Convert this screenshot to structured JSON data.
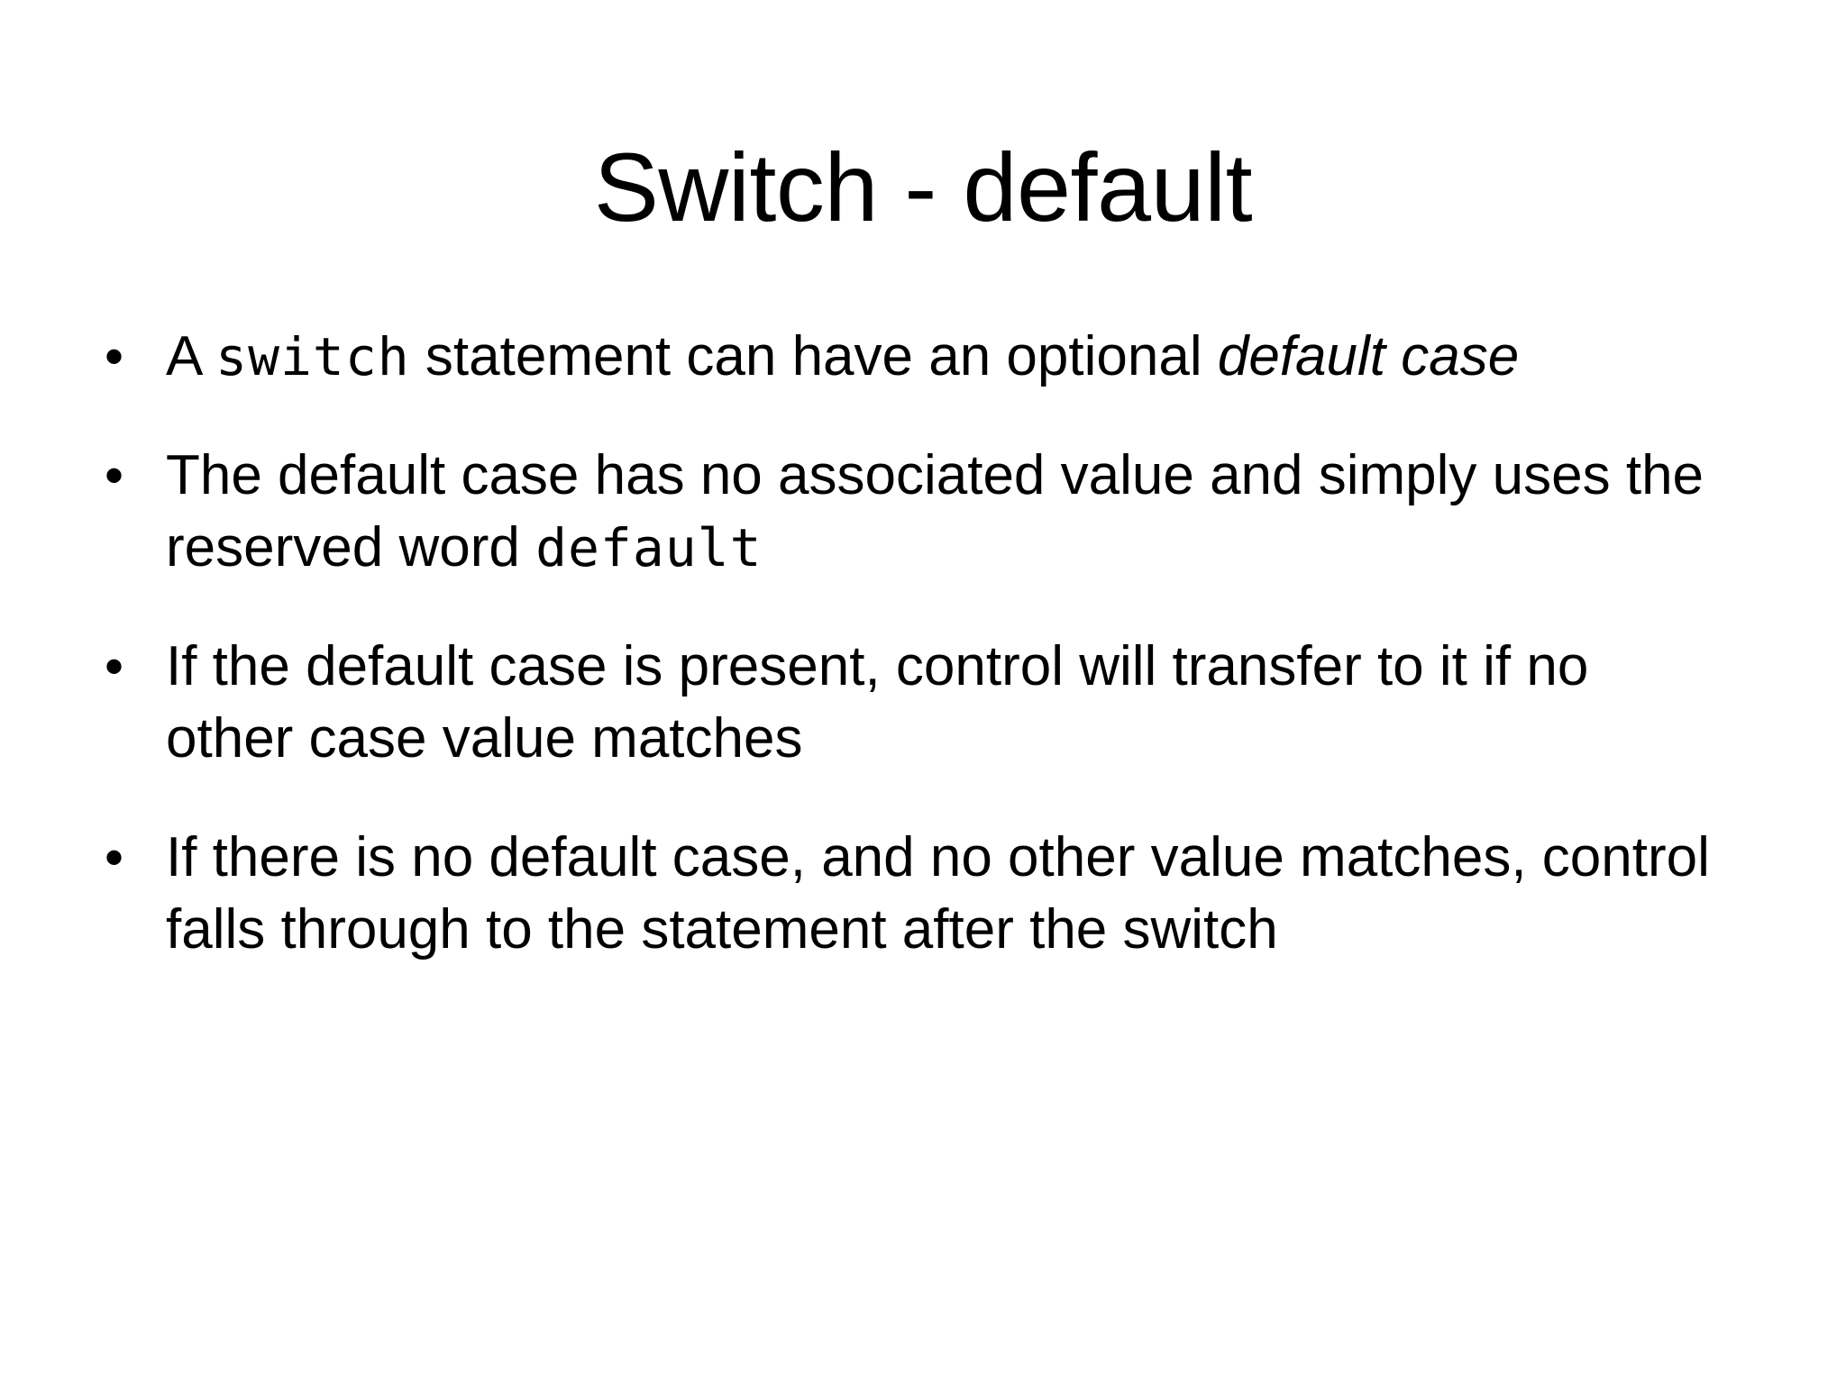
{
  "slide": {
    "background_color": "#ffffff",
    "text_color": "#000000",
    "title": "Switch - default",
    "bullet_marker": "•",
    "bullets": [
      {
        "id": "bullet-1",
        "plain_text": "A switch statement can have an optional default case",
        "segments": [
          {
            "style": "normal",
            "text": "A "
          },
          {
            "style": "code",
            "text": "switch"
          },
          {
            "style": "normal",
            "text": " statement can have an optional "
          },
          {
            "style": "italic",
            "text": "default case"
          }
        ]
      },
      {
        "id": "bullet-2",
        "plain_text": "The default case has no associated value and simply uses the reserved word default",
        "segments": [
          {
            "style": "normal",
            "text": "The default case has no associated value and simply uses the reserved word "
          },
          {
            "style": "code",
            "text": "default"
          }
        ]
      },
      {
        "id": "bullet-3",
        "plain_text": "If the default case is present, control will transfer to it if no other case value matches",
        "segments": [
          {
            "style": "normal",
            "text": "If the default case is present, control will transfer to it if no other case value matches"
          }
        ]
      },
      {
        "id": "bullet-4",
        "plain_text": "If there is no default case, and no other value matches, control falls through to the statement after the switch",
        "segments": [
          {
            "style": "normal",
            "text": "If there is no default case, and no other value matches, control falls through to the statement after the switch"
          }
        ]
      }
    ]
  }
}
